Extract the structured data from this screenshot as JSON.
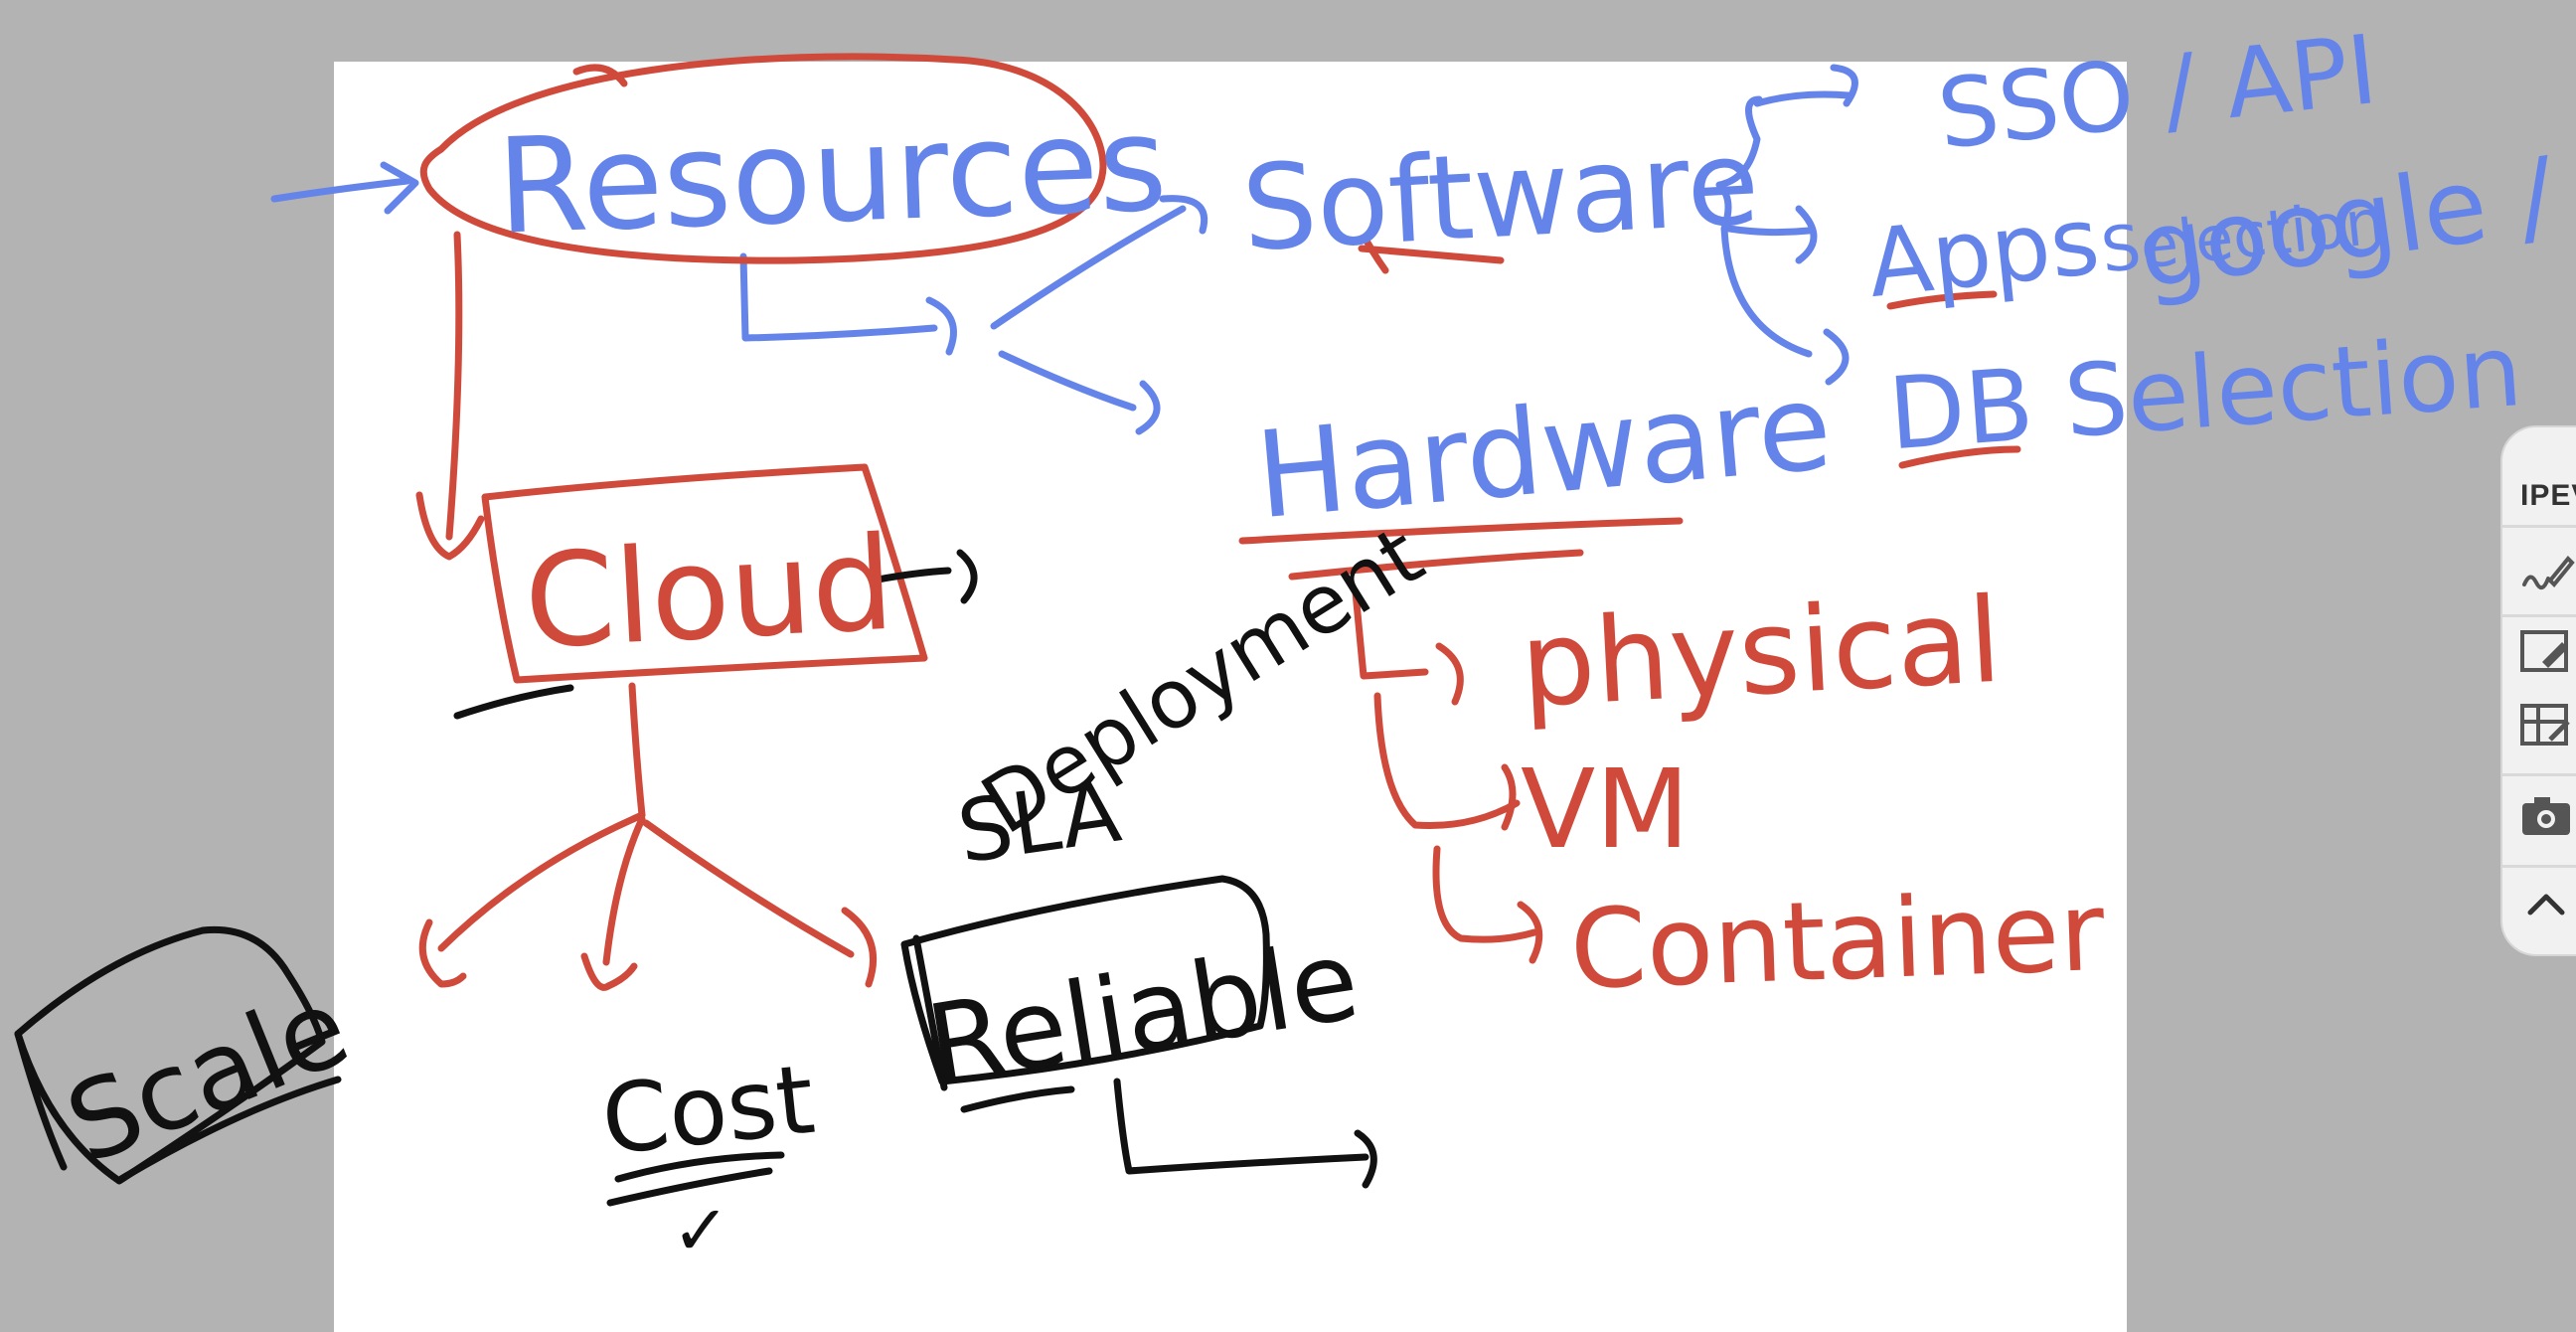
{
  "colors": {
    "blue": "#6584ea",
    "red": "#cf4a3b",
    "black": "#111111",
    "background": "#b3b3b3",
    "canvas": "#ffffff"
  },
  "labels": {
    "resources": "Resources",
    "software": "Software",
    "sso_api": "SSO / API",
    "google_git": "google / git",
    "apps": "Apps",
    "apps_suffix": "Selection",
    "db_selection": "DB Selection",
    "hardware": "Hardware",
    "cloud": "Cloud",
    "deployment": "Deployment",
    "sla": "SLA",
    "physical": "physical",
    "vm": "VM",
    "container": "Container",
    "reliable": "Reliable",
    "scale": "Scale",
    "cost": "Cost",
    "check": "✓"
  },
  "toolbar": {
    "title": "IPEVO",
    "icons": [
      "pen-icon",
      "whiteboard-icon",
      "grid-icon",
      "camera-icon",
      "chevron-up-icon"
    ]
  }
}
